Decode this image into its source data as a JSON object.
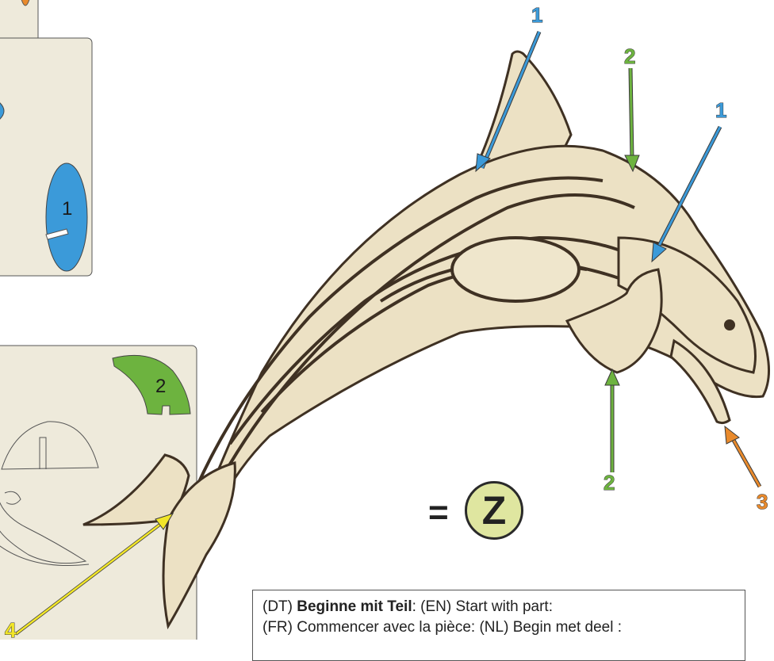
{
  "labels": {
    "top_left_1": "1",
    "top_green_2": "2",
    "right_blue_1": "1",
    "bottom_green_2": "2",
    "orange_3": "3",
    "yellow_4": "4"
  },
  "part_labels": {
    "blue_part": "1",
    "green_part": "2"
  },
  "equation": {
    "equals": "=",
    "letter": "Z"
  },
  "instruction": {
    "dt_tag": "(DT)",
    "dt_text": "Beginne mit Teil",
    "en_text": ": (EN) Start with part:",
    "line2": "(FR) Commencer avec la pièce:  (NL) Begin met deel :"
  },
  "colors": {
    "blue": "#3b9ad9",
    "green": "#6db33f",
    "orange": "#e98a2c",
    "yellow": "#f2e629",
    "sheet": "#eeeadb",
    "wood": "#ece1c4",
    "wood_dark": "#3f3123"
  }
}
